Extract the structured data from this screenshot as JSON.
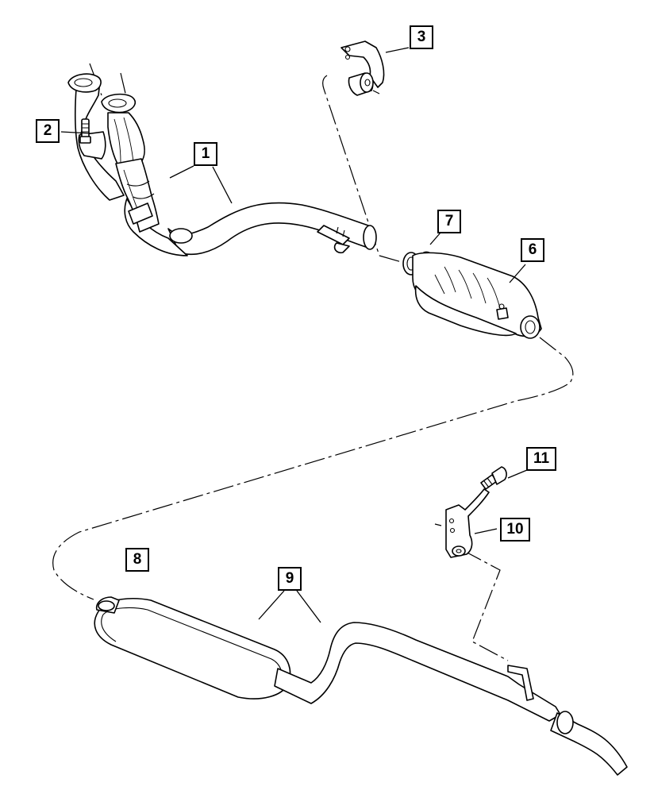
{
  "callouts": {
    "c1": "1",
    "c2": "2",
    "c3": "3",
    "c6": "6",
    "c7": "7",
    "c8": "8",
    "c9": "9",
    "c10": "10",
    "c11": "11"
  }
}
